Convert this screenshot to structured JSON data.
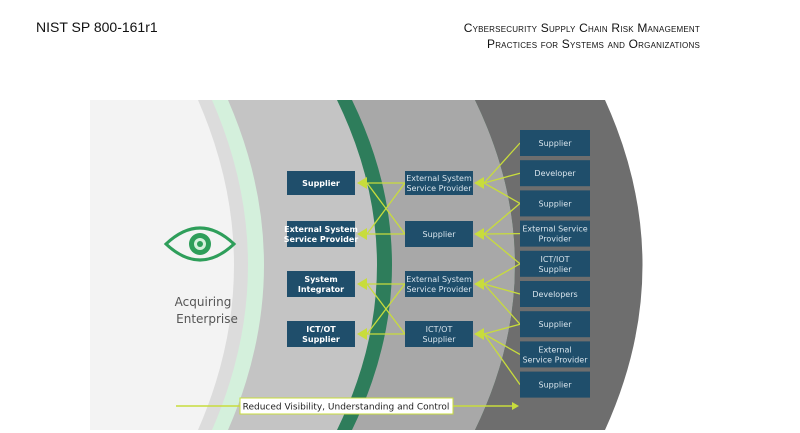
{
  "header": {
    "doc_id": "NIST SP 800-161r1",
    "title_line1": "Cybersecurity Supply Chain Risk Management",
    "title_line2": "Practices for Systems and Organizations"
  },
  "diagram": {
    "center_label_line1": "Acquiring",
    "center_label_line2": "Enterprise",
    "tier1": [
      [
        "Supplier"
      ],
      [
        "External System",
        "Service Provider"
      ],
      [
        "System",
        "Integrator"
      ],
      [
        "ICT/OT",
        "Supplier"
      ]
    ],
    "tier2": [
      [
        "External System",
        "Service Provider"
      ],
      [
        "Supplier"
      ],
      [
        "External System",
        "Service Provider"
      ],
      [
        "ICT/OT",
        "Supplier"
      ]
    ],
    "tier3": [
      [
        "Supplier"
      ],
      [
        "Developer"
      ],
      [
        "Supplier"
      ],
      [
        "External Service",
        "Provider"
      ],
      [
        "ICT/IOT",
        "Supplier"
      ],
      [
        "Developers"
      ],
      [
        "Supplier"
      ],
      [
        "External",
        "Service Provider"
      ],
      [
        "Supplier"
      ]
    ],
    "arrow_label": "Reduced Visibility, Understanding and Control",
    "colors": {
      "box": "#1f4e6b",
      "connector": "#c8dc3c",
      "eye": "#2e9e5a",
      "dark_green_ring": "#145a32",
      "teal_ring": "#2e7d5b",
      "light_green_ring": "#d4f0dc"
    }
  }
}
